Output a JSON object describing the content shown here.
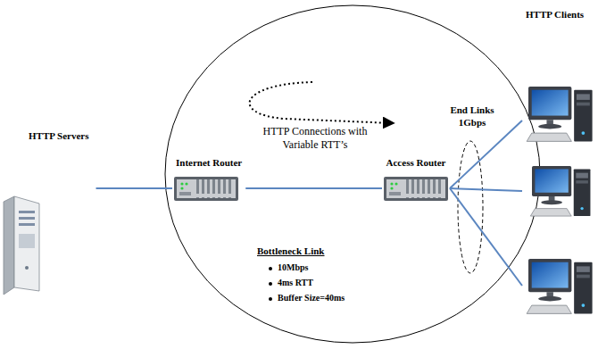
{
  "diagram": {
    "nodes": [
      {
        "text": [
          "HTTP Servers"
        ]
      },
      {
        "text": [
          "Internet Router"
        ]
      },
      {
        "text": [
          "Access Router"
        ]
      },
      {
        "text": [
          "HTTP Clients"
        ]
      }
    ],
    "edges": [
      {
        "from": 0,
        "to": 1,
        "arrow": "none"
      },
      {
        "from": 1,
        "to": 2,
        "arrow": "none"
      },
      {
        "from": 2,
        "to": 3,
        "arrow": "none"
      },
      {
        "from": 2,
        "to": 3,
        "arrow": "none"
      },
      {
        "from": 2,
        "to": 3,
        "arrow": "none"
      }
    ],
    "labels": [
      "HTTP Connections with Variable RTT’s",
      "Bottleneck Link",
      "10Mbps",
      "4ms RTT",
      "Buffer Size=40ms",
      "End Links 1Gbps"
    ]
  }
}
